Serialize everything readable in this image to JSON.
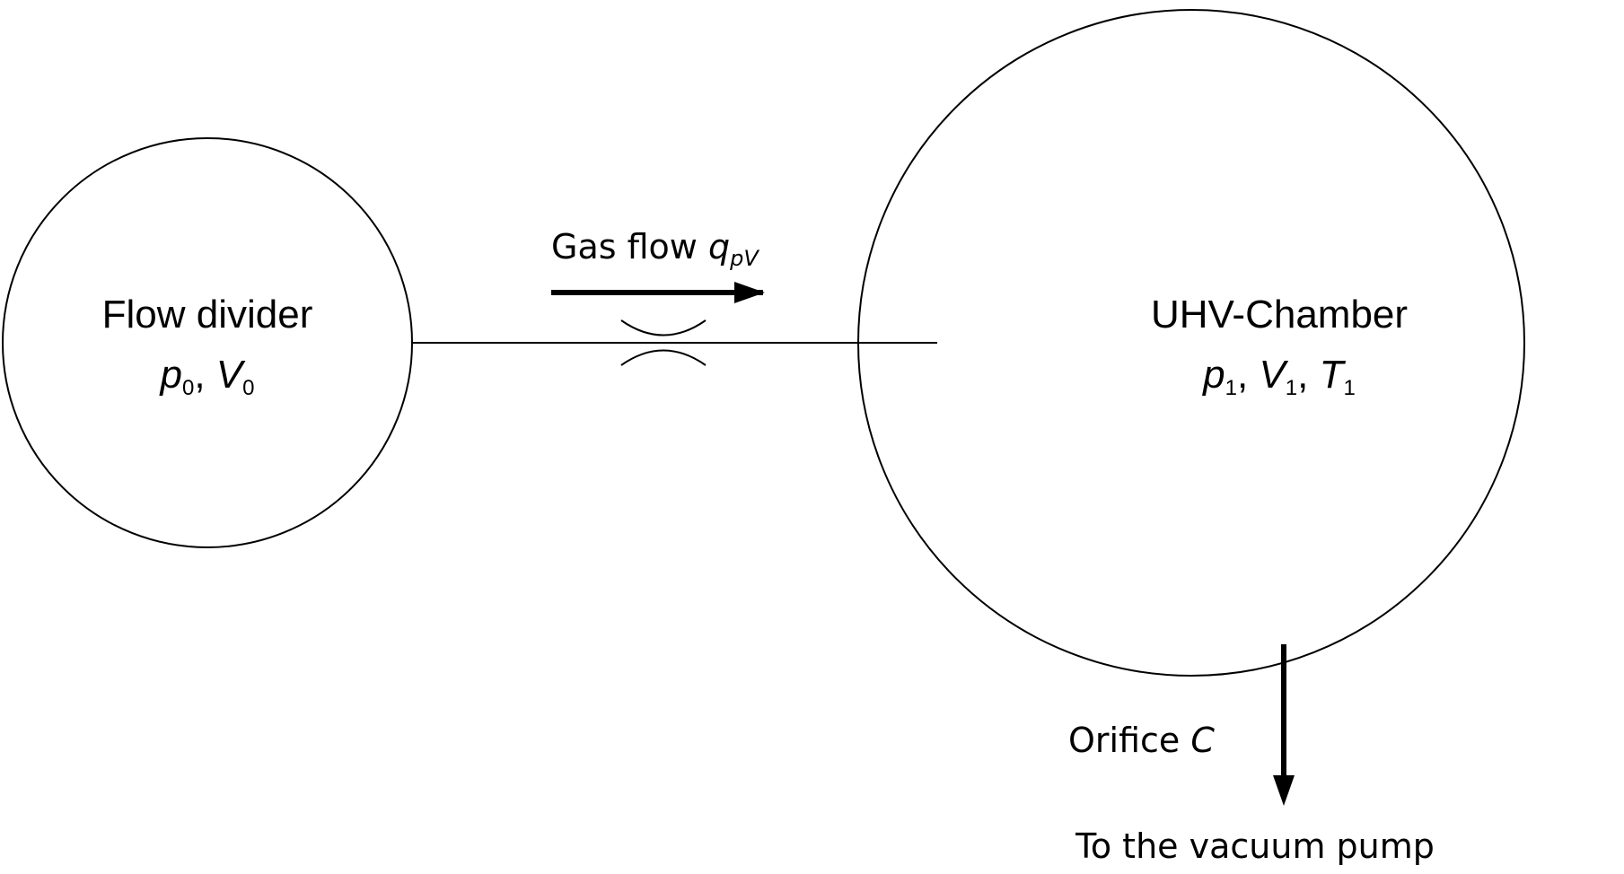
{
  "flow_divider": {
    "title": "Flow divider",
    "var1": "p",
    "var1_sub": "0",
    "sep": ", ",
    "var2": "V",
    "var2_sub": "0"
  },
  "uhv_chamber": {
    "title": "UHV-Chamber",
    "var1": "p",
    "var1_sub": "1",
    "sep1": ", ",
    "var2": "V",
    "var2_sub": "1",
    "sep2": ", ",
    "var3": "T",
    "var3_sub": "1"
  },
  "gas_flow": {
    "text": "Gas flow ",
    "symbol": "q",
    "symbol_sub": "pV"
  },
  "orifice": {
    "text": "Orifice ",
    "symbol": "C"
  },
  "pump": {
    "text": "To the vacuum pump"
  }
}
